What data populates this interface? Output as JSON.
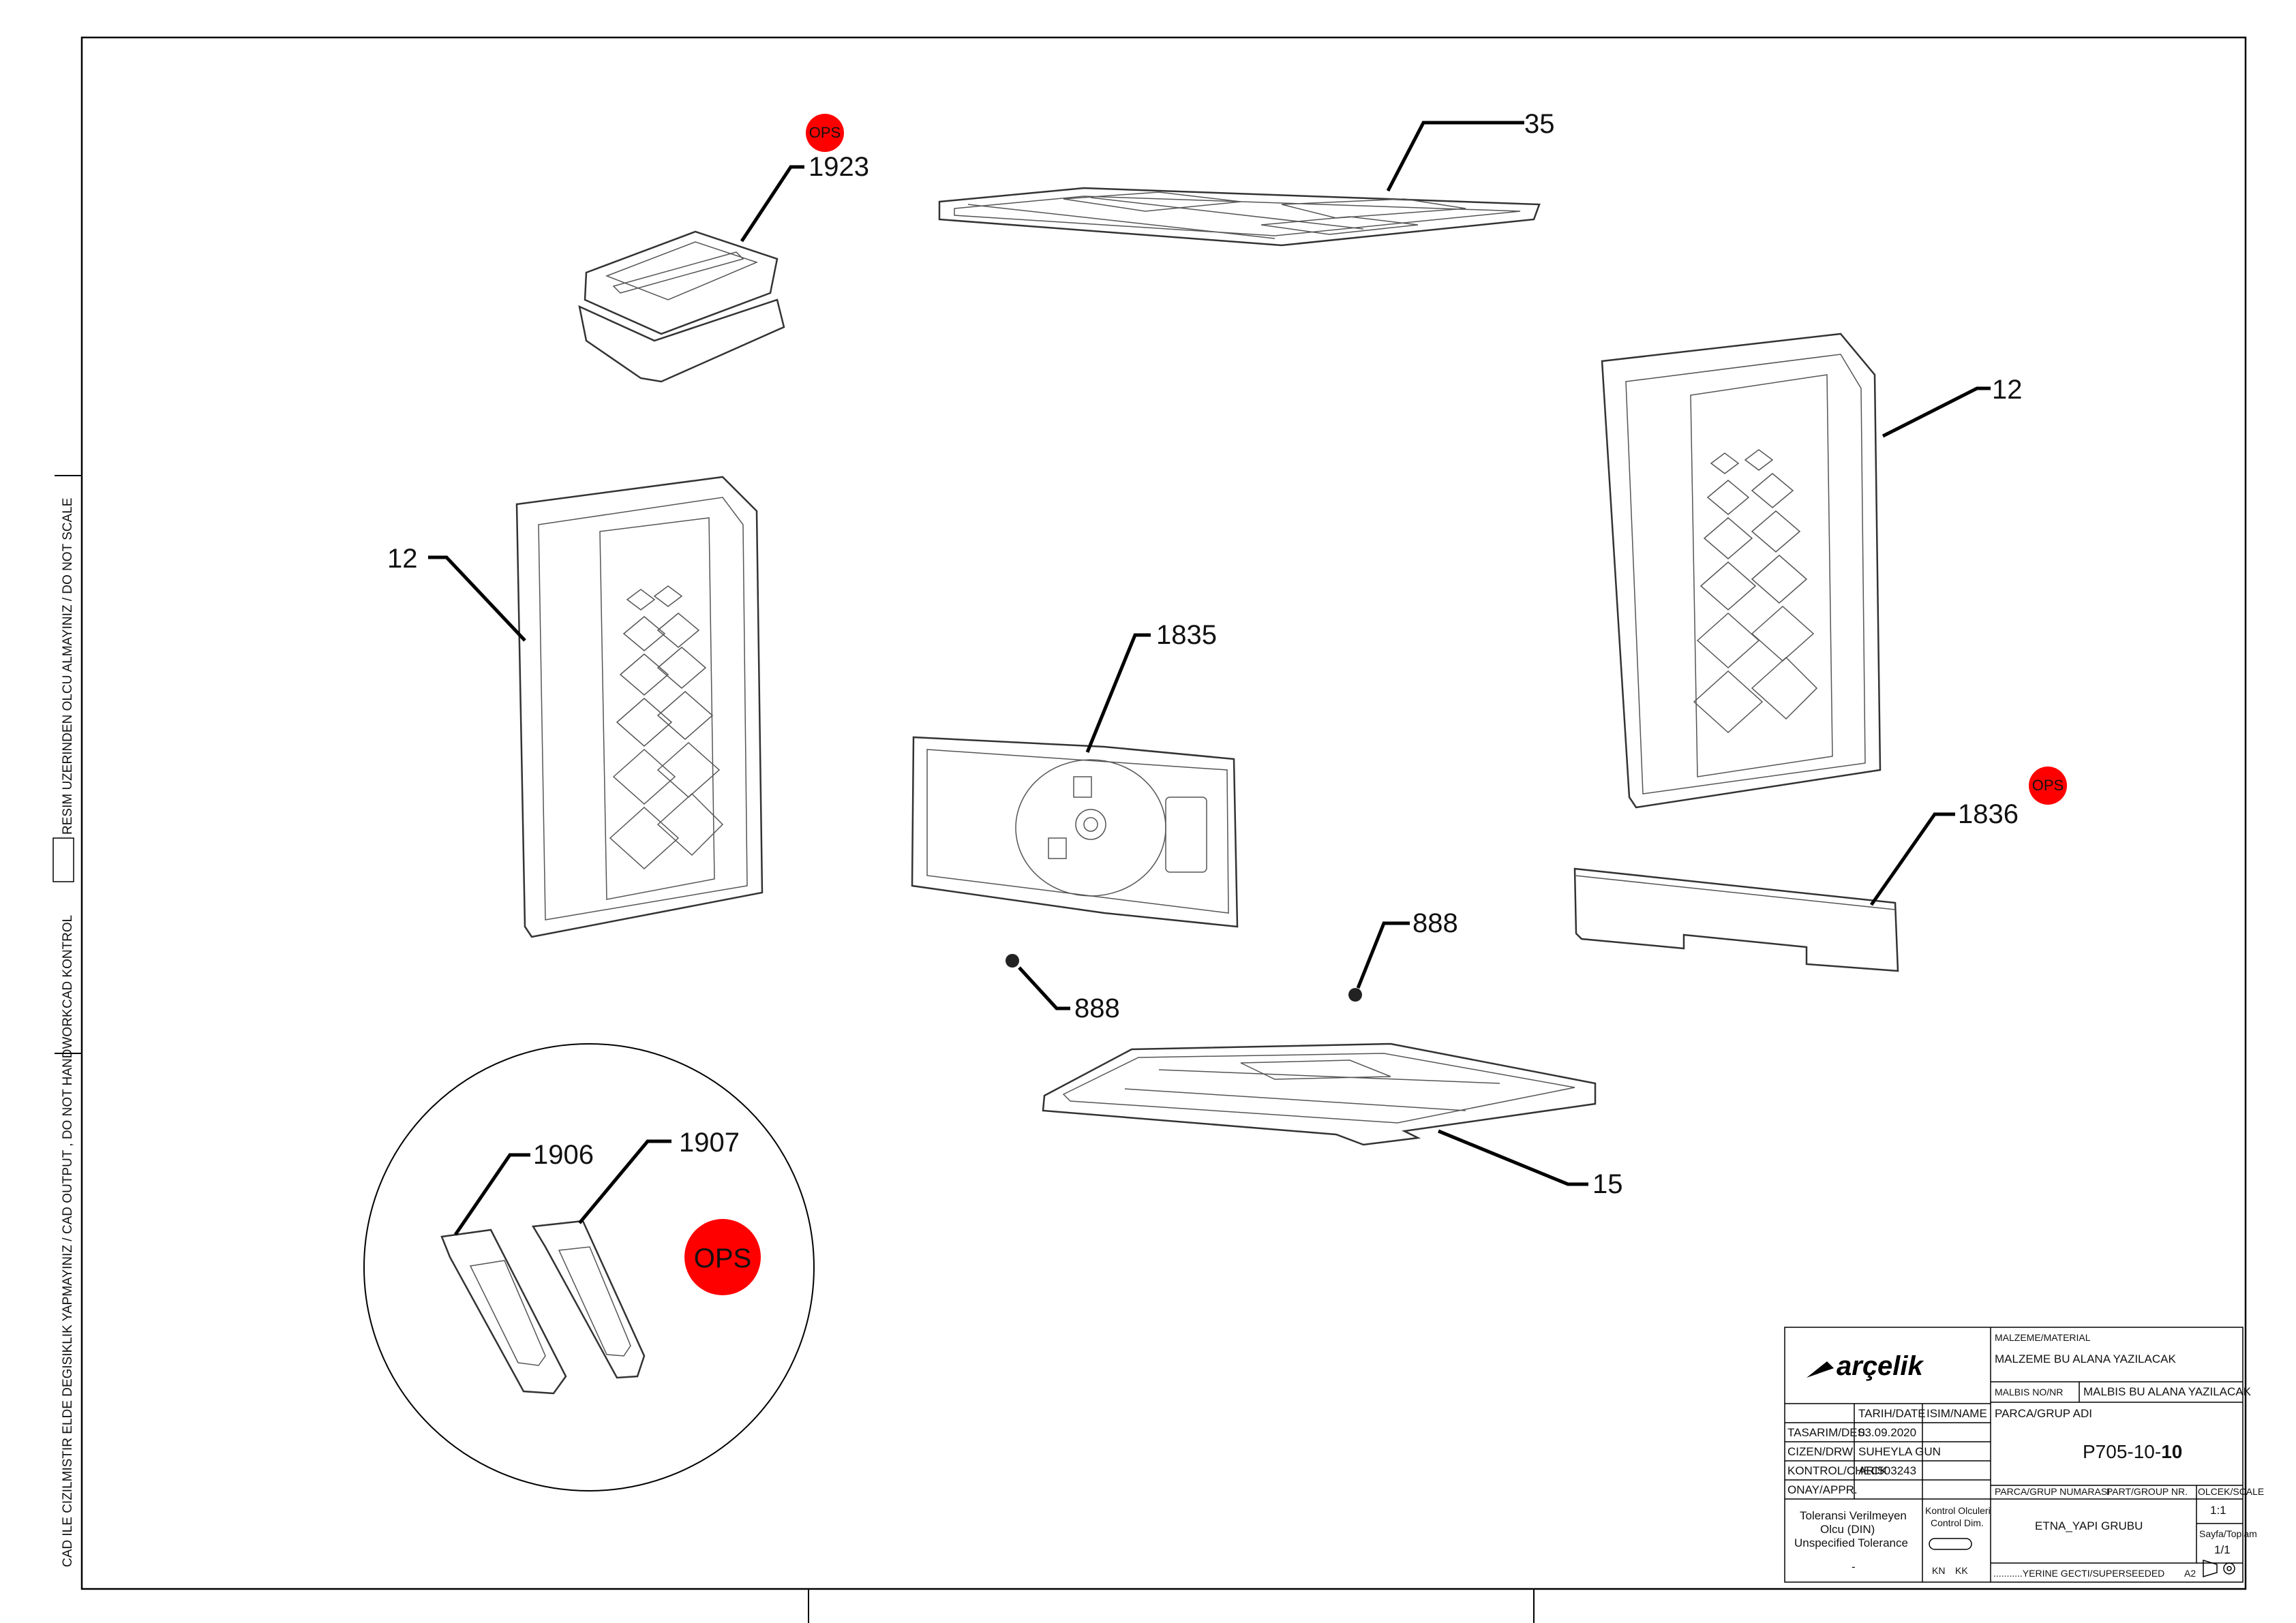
{
  "drawing": {
    "callouts": {
      "top_panel": "35",
      "small_cover": "1923",
      "left_side_wall": "12",
      "right_side_wall": "12",
      "back_panel": "1835",
      "front_strip": "1836",
      "screw_left": "888",
      "screw_right": "888",
      "bottom_panel": "15",
      "bracket_a": "1906",
      "bracket_b": "1907"
    },
    "badges": {
      "small_cover": "OPS",
      "front_strip": "OPS",
      "brackets": "OPS"
    },
    "badge_color": "#ff0000"
  },
  "side_notes": {
    "note_1": "CAD KONTROL",
    "note_2": "RESIM UZERINDEN OLCU ALMAYINIZ / DO NOT SCALE",
    "note_3": "CAD ILE CIZILMISTIR ELDE DEGISIKLIK YAPMAYINIZ / CAD OUTPUT , DO NOT HANDWORK"
  },
  "title_block": {
    "logo": "arçelik",
    "material_label": "MALZEME/MATERIAL",
    "material_value": "MALZEME BU ALANA YAZILACAK",
    "malbis_label": "MALBIS NO/NR",
    "malbis_value": "MALBIS BU ALANA YAZILACAK",
    "date_header": "TARIH/DATE",
    "name_header": "ISIM/NAME",
    "design_label": "TASARIM/DES.",
    "design_date": "03.09.2020",
    "drawn_label": "CIZEN/DRW",
    "drawn_name": "SUHEYLA GUN",
    "check_label": "KONTROL/CHECK",
    "check_name": "ARI503243",
    "approval_label": "ONAY/APPR.",
    "group_name_label": "PARCA/GRUP ADI",
    "part_number_main": "P705-10-",
    "part_number_suffix": "10",
    "group_number_label": "PARCA/GRUP NUMARASI",
    "part_group_label": "PART/GROUP NR.",
    "scale_label": "OLCEK/SCALE",
    "scale_value": "1:1",
    "tolerance_line1": "Toleransi Verilmeyen",
    "tolerance_line2": "Olcu (DIN)",
    "tolerance_line3": "Unspecified Tolerance",
    "tolerance_dash": "-",
    "control_line1": "Kontrol Olculeri",
    "control_line2": "Control Dim.",
    "kn": "KN",
    "kk": "KK",
    "group_name": "ETNA_YAPI GRUBU",
    "sheet_label": "Sayfa/Toplam",
    "sheet_value": "1/1",
    "superseded": "...........YERINE GECTI/SUPERSEEDED",
    "paper_size": "A2"
  }
}
